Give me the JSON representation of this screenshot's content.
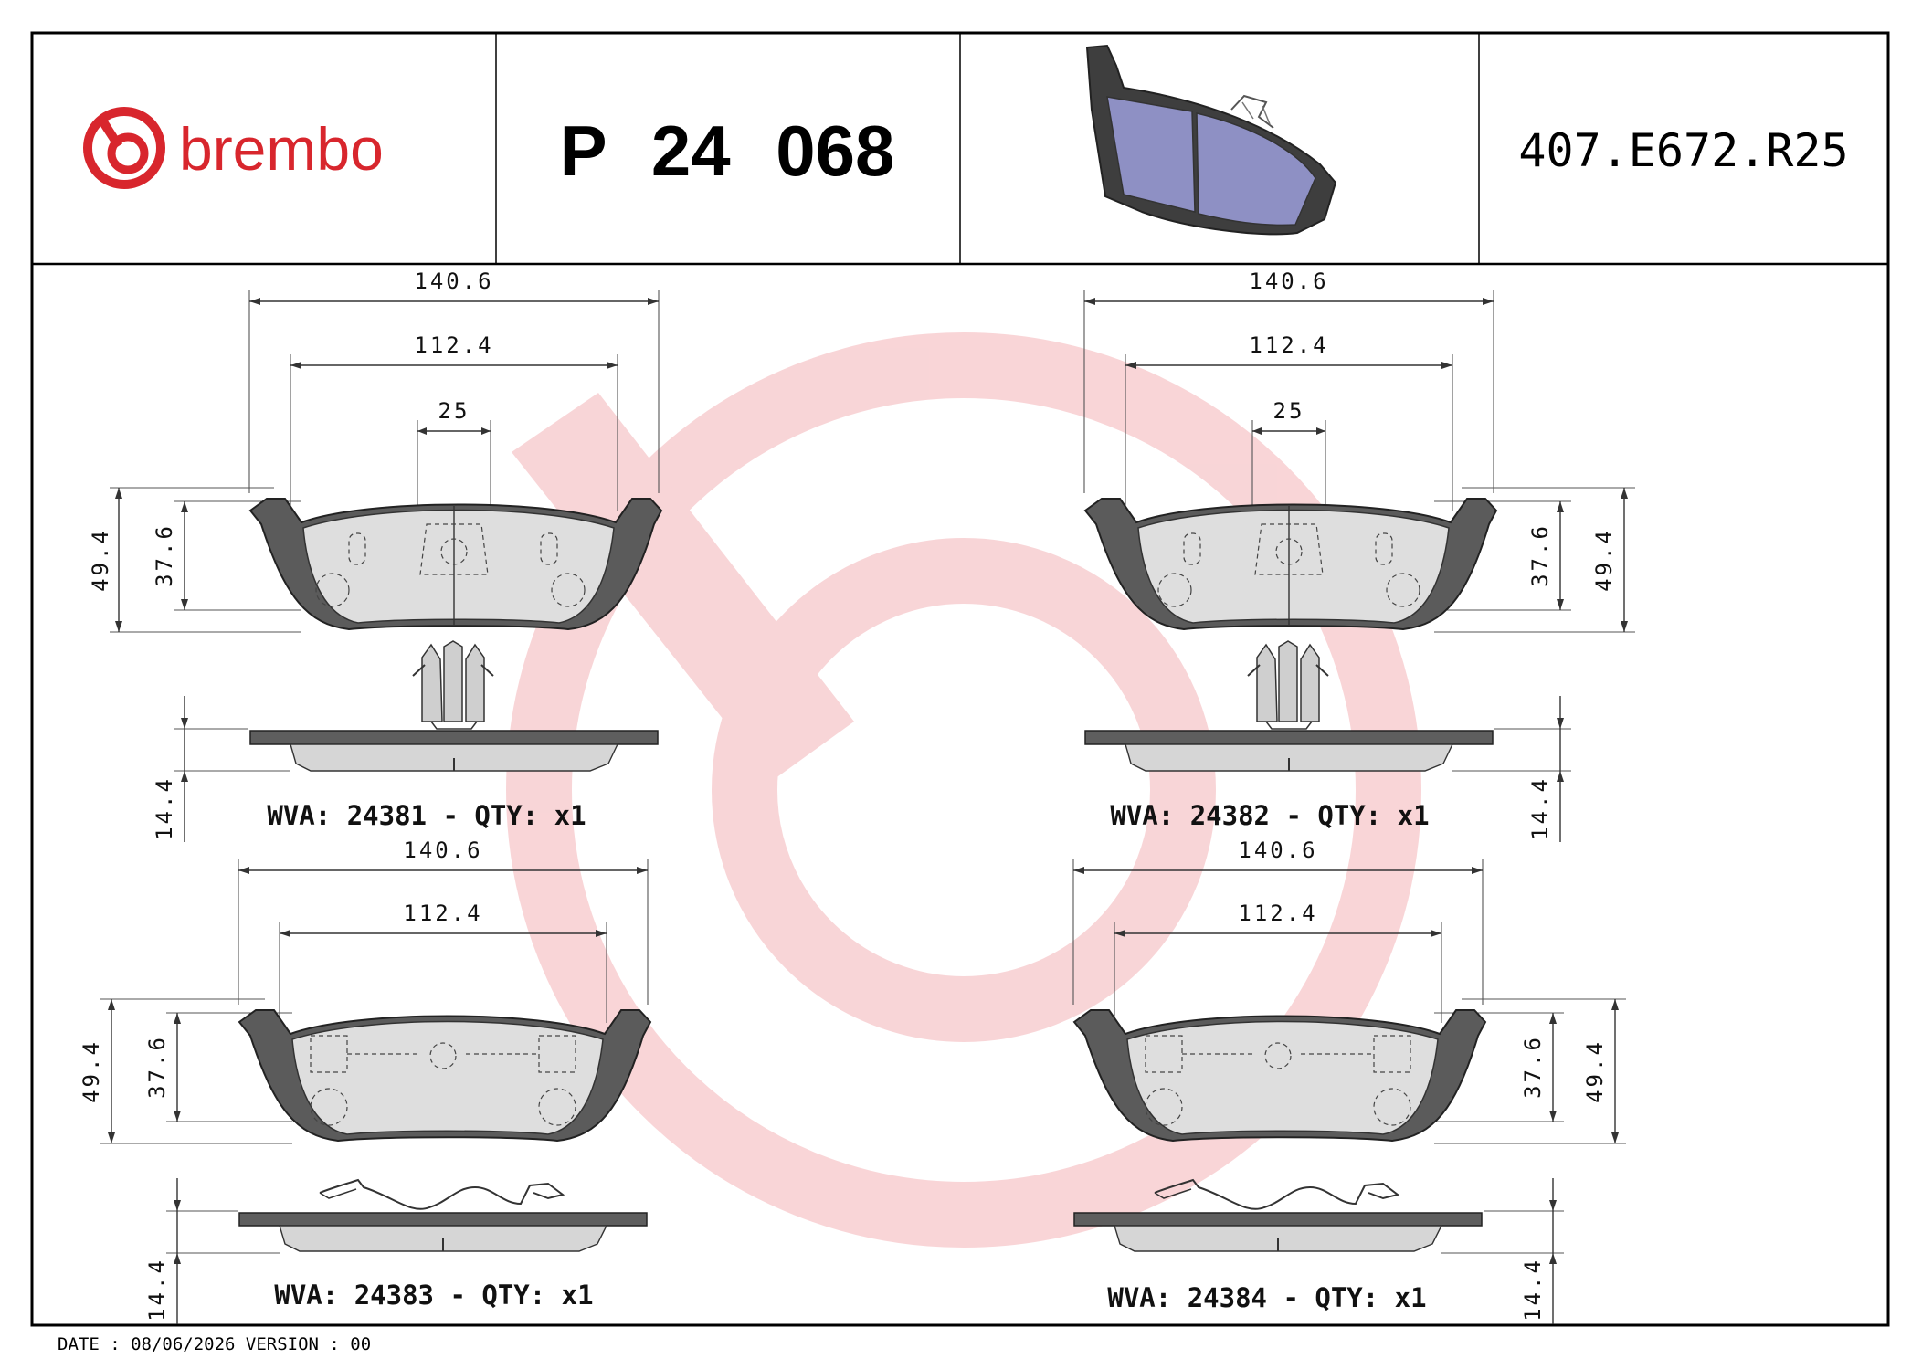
{
  "header": {
    "brand": "brembo",
    "part_number": "P 24 068",
    "reference_code": "407.E672.R25"
  },
  "colors": {
    "brand_red": "#d8262d",
    "frame": "#000000",
    "pad_backing": "#5b5b5b",
    "pad_friction": "#dedede",
    "preview_friction": "#8e90c4",
    "watermark": "#f6c6c9"
  },
  "views": {
    "tl": {
      "dims": {
        "overall_width": "140.6",
        "inner_width": "112.4",
        "center": "25",
        "height_total": "49.4",
        "height_friction": "37.6",
        "thickness": "14.4"
      },
      "label": "WVA: 24381 - QTY: x1"
    },
    "tr": {
      "dims": {
        "overall_width": "140.6",
        "inner_width": "112.4",
        "center": "25",
        "height_total": "49.4",
        "height_friction": "37.6",
        "thickness": "14.4"
      },
      "label": "WVA: 24382 - QTY: x1"
    },
    "bl": {
      "dims": {
        "overall_width": "140.6",
        "inner_width": "112.4",
        "height_total": "49.4",
        "height_friction": "37.6",
        "thickness": "14.4"
      },
      "label": "WVA: 24383 - QTY: x1"
    },
    "br": {
      "dims": {
        "overall_width": "140.6",
        "inner_width": "112.4",
        "height_total": "49.4",
        "height_friction": "37.6",
        "thickness": "14.4"
      },
      "label": "WVA: 24384 - QTY: x1"
    }
  },
  "footer": {
    "date_version": "DATE : 08/06/2026 VERSION : 00"
  }
}
